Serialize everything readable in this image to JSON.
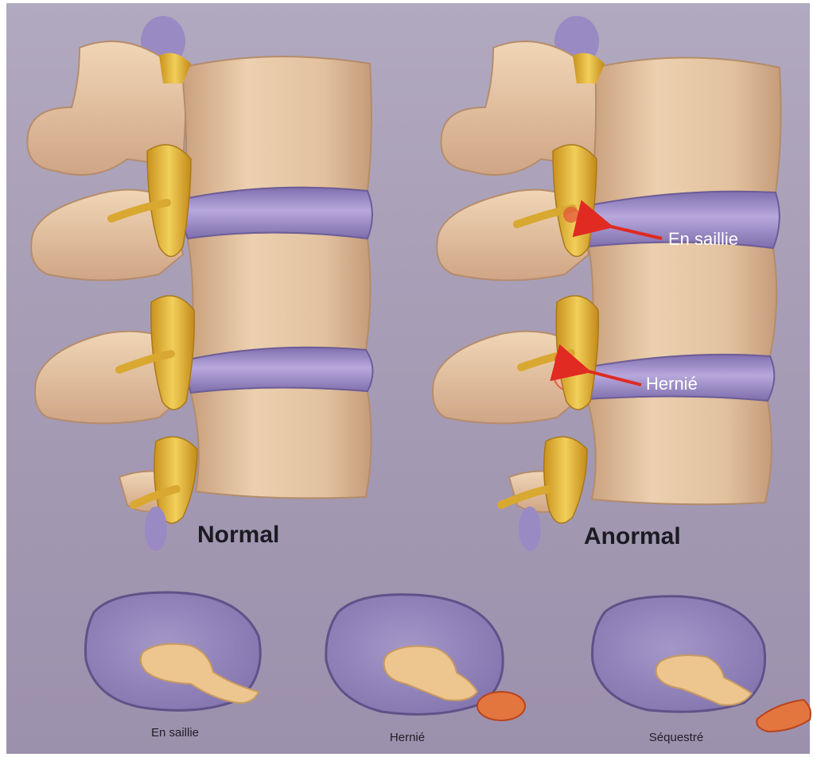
{
  "figure": {
    "panels": [
      {
        "label": "Normal"
      },
      {
        "label": "Anormal"
      }
    ],
    "arrow_labels": {
      "top": "En saillie",
      "bottom": "Hernié"
    },
    "cross_sections": [
      {
        "label": "En saillie"
      },
      {
        "label": "Hernié"
      },
      {
        "label": "Séquestré"
      }
    ]
  },
  "colors": {
    "background": "#a59cb4",
    "bone": "#e2c19e",
    "disc": "#9b88c6",
    "nerve": "#ddb238",
    "nucleus": "#edc58f",
    "arrow": "#e02a22"
  }
}
